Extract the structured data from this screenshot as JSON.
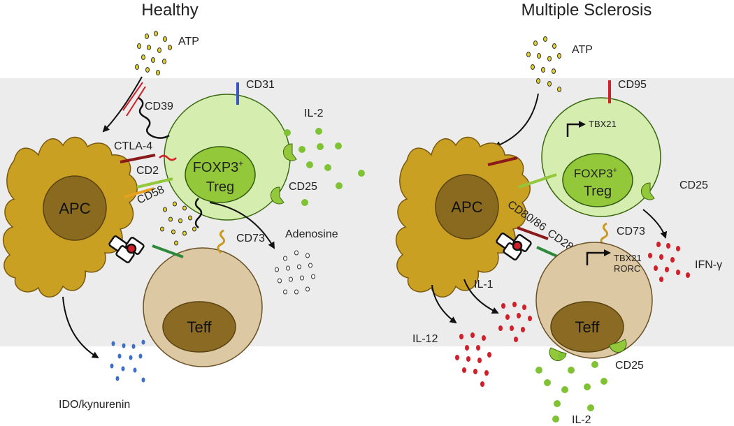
{
  "healthy": {
    "title": "Healthy",
    "atp": "ATP",
    "cd39": "CD39",
    "cd31": "CD31",
    "il2": "IL-2",
    "ctla4": "CTLA-4",
    "cd2": "CD2",
    "cd58": "CD58",
    "cd25": "CD25",
    "adenosine": "Adenosine",
    "cd73": "CD73",
    "apc": "APC",
    "treg_line1": "FOXP3",
    "treg_sup": "+",
    "treg_line2": "Treg",
    "teff": "Teff",
    "ido": "IDO/kynurenin"
  },
  "ms": {
    "title": "Multiple Sclerosis",
    "atp": "ATP",
    "cd95": "CD95",
    "tbx21": "TBX21",
    "treg_line1": "FOXP3",
    "treg_sup": "+",
    "treg_line2": "Treg",
    "cd25_treg": "CD25",
    "apc": "APC",
    "cd80_86": "CD80/86",
    "cd28": "CD28",
    "cd73": "CD73",
    "ifng": "IFN-γ",
    "teff_tbx21": "TBX21",
    "rorc": "RORC",
    "il1": "IL-1",
    "il12": "IL-12",
    "teff": "Teff",
    "cd25_teff": "CD25",
    "il2": "IL-2"
  },
  "colors": {
    "background_band": "#ececec",
    "apc_body": "#c9a022",
    "apc_nucleus": "#8a6a1e",
    "treg_body": "#d6edb0",
    "treg_nucleus": "#93c83a",
    "teff_body": "#dcc8a3",
    "teff_nucleus": "#8b6a24",
    "il2_dots": "#7fc233",
    "red_cytokines": "#d21f2a",
    "ido_dots": "#3d6fc9",
    "atp_dots": "#e3d22a"
  }
}
